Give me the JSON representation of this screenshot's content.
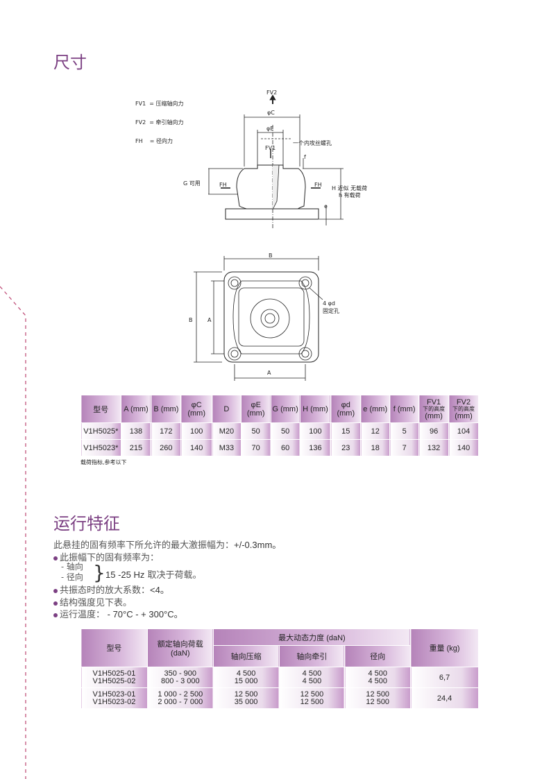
{
  "dimensions": {
    "title": "尺寸",
    "legend": [
      "FV1  = 压缩轴向力",
      "FV2  = 牵引轴向力",
      "FH    = 径向力"
    ],
    "drawing_labels": {
      "fv2": "FV2",
      "fv1": "FV1",
      "phiC": "φC",
      "phiE": "φE",
      "thread": "一个内攻丝螺孔",
      "f": "f",
      "g": "G 可用",
      "fh": "FH",
      "h1": "H 近似  无载荷",
      "h2": "h 有载荷",
      "e": "e",
      "b": "B",
      "a": "A",
      "holes1": "4  φd",
      "holes2": "固定孔"
    },
    "table": {
      "headers": [
        [
          "型号"
        ],
        [
          "A (mm)"
        ],
        [
          "B (mm)"
        ],
        [
          "φC",
          "(mm)"
        ],
        [
          "D"
        ],
        [
          "φE",
          "(mm)"
        ],
        [
          "G (mm)"
        ],
        [
          "H (mm)"
        ],
        [
          "φd",
          "(mm)"
        ],
        [
          "e (mm)"
        ],
        [
          "f (mm)"
        ],
        [
          "FV1",
          "下的高度",
          "(mm)"
        ],
        [
          "FV2",
          "下的高度",
          "(mm)"
        ]
      ],
      "rows": [
        [
          "V1H5025*",
          "138",
          "172",
          "100",
          "M20",
          "50",
          "50",
          "100",
          "15",
          "12",
          "5",
          "96",
          "104"
        ],
        [
          "V1H5023*",
          "215",
          "260",
          "140",
          "M33",
          "70",
          "60",
          "136",
          "23",
          "18",
          "7",
          "132",
          "140"
        ]
      ]
    },
    "note": "载荷指标,参考以下"
  },
  "operation": {
    "title": "运行特征",
    "intro": "此悬挂的固有频率下所允许的最大激振幅为：",
    "intro_value": "+/-0.3mm。",
    "freq_label": "此振幅下的固有频率为：",
    "axial": "-  轴向",
    "radial": "-  径向",
    "freq_value": "15 -25 Hz",
    "freq_suffix": "取决于荷载。",
    "amp_label": "共振态时的放大系数：",
    "amp_value": "<4。",
    "strength": "结构强度见下表。",
    "temp_label": "运行温度：",
    "temp_value": " - 70°C - + 300°C。",
    "table": {
      "model": "型号",
      "rated": "额定轴向荷载",
      "rated_unit": "(daN)",
      "max": "最大动态力度 (daN)",
      "comp": "轴向压缩",
      "tract": "轴向牵引",
      "radial": "径向",
      "weight": "重量 (kg)",
      "rows": [
        {
          "models": [
            "V1H5025-01",
            "V1H5025-02"
          ],
          "rated": [
            "350 - 900",
            "800 - 3 000"
          ],
          "comp": [
            "4 500",
            "15 000"
          ],
          "tract": [
            "4 500",
            "4 500"
          ],
          "radial": [
            "4 500",
            "4 500"
          ],
          "weight": "6,7"
        },
        {
          "models": [
            "V1H5023-01",
            "V1H5023-02"
          ],
          "rated": [
            "1 000 - 2 500",
            "2 000 - 7 000"
          ],
          "comp": [
            "12 500",
            "35 000"
          ],
          "tract": [
            "12 500",
            "12 500"
          ],
          "radial": [
            "12 500",
            "12 500"
          ],
          "weight": "24,4"
        }
      ]
    }
  },
  "colors": {
    "accent": "#7b3f82",
    "dash": "#c0507a"
  }
}
